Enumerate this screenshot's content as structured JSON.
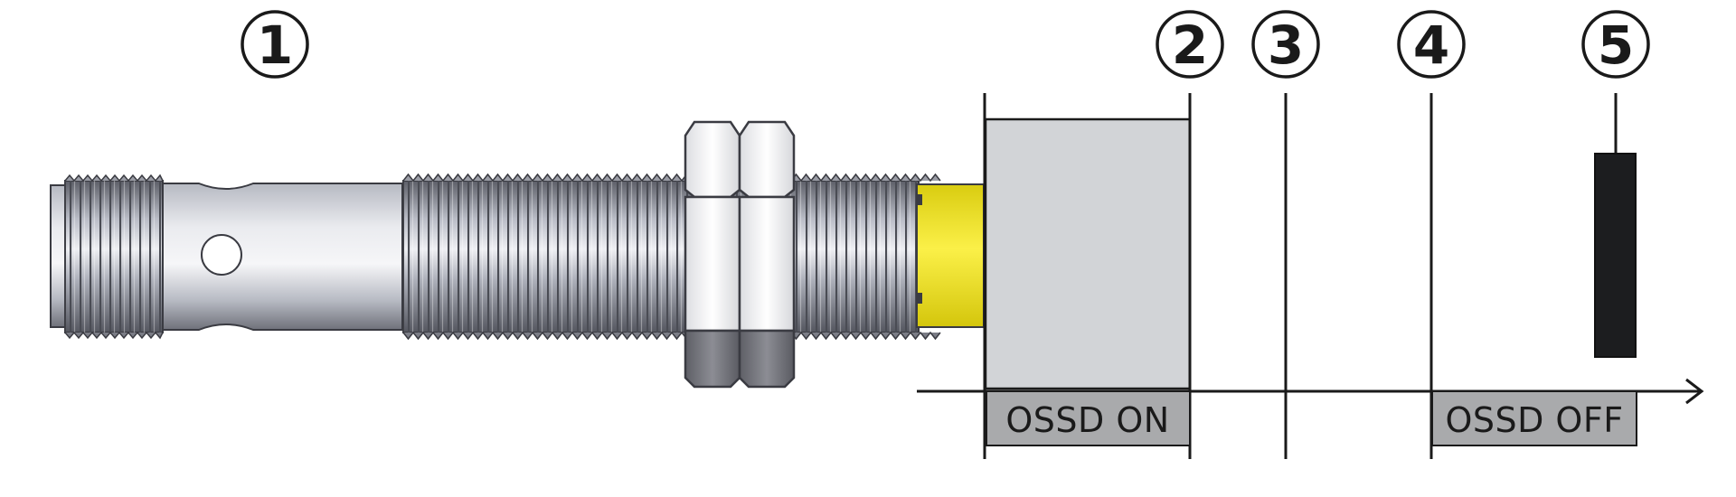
{
  "callouts": [
    {
      "number": "1"
    },
    {
      "number": "2"
    },
    {
      "number": "3"
    },
    {
      "number": "4"
    },
    {
      "number": "5"
    }
  ],
  "zones": [
    {
      "label": "OSSD ON"
    },
    {
      "label": "OSSD OFF"
    }
  ],
  "colors": {
    "sensor_face": "#f0e420",
    "sensing_zone": "#d2d4d7",
    "label_box": "#a9aaac",
    "target": "#1c1d1f",
    "lines": "#1a1a1a"
  },
  "icons": {
    "sensor": "cylindrical-inductive-sensor-icon",
    "target": "metal-target-icon",
    "axis": "distance-axis-arrow-icon"
  }
}
